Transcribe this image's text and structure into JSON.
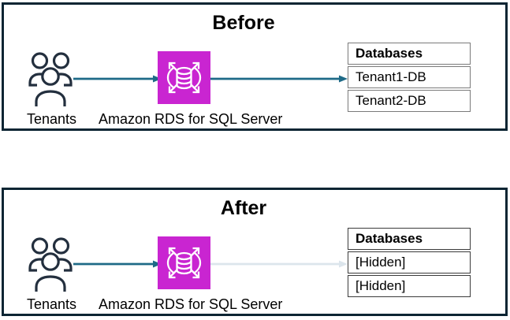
{
  "colors": {
    "panel-border": "#0C2533",
    "icon-stroke": "#232F3E",
    "arrow": "#1E6A87",
    "arrow-faded": "#DCE5EC",
    "rds-magenta": "#C925D1",
    "text": "#000000"
  },
  "panels": [
    {
      "title": "Before",
      "tenants_label": "Tenants",
      "rds_label": "Amazon RDS for SQL Server",
      "table_border": "#7A7A7A",
      "table": {
        "header": "Databases",
        "rows": [
          "Tenant1-DB",
          "Tenant2-DB"
        ]
      }
    },
    {
      "title": "After",
      "tenants_label": "Tenants",
      "rds_label": "Amazon RDS for SQL Server",
      "table_border": "#3B3B3B",
      "table": {
        "header": "Databases",
        "rows": [
          "[Hidden]",
          "[Hidden]"
        ]
      }
    }
  ]
}
